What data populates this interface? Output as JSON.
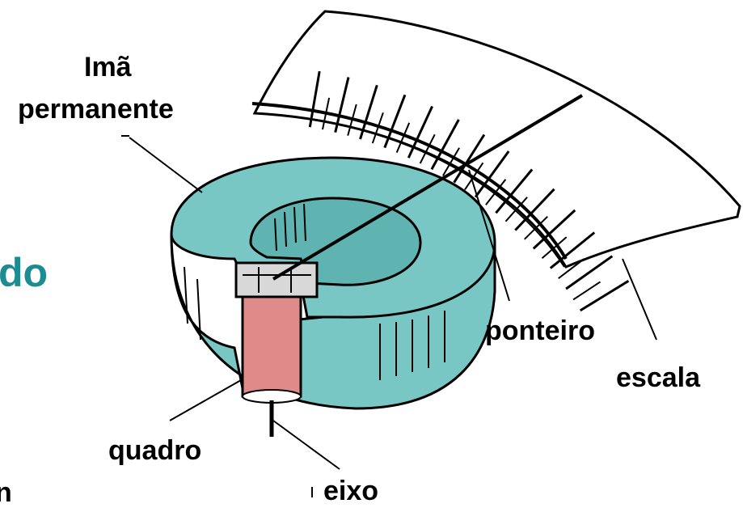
{
  "labels": {
    "ima_line1": "Imã",
    "ima_line2": "permanente",
    "ponteiro": "ponteiro",
    "escala": "escala",
    "quadro": "quadro",
    "eixo": "eixo"
  },
  "fragments": {
    "left_title_fragment": "do",
    "left_bottom_fragment": "n"
  },
  "colors": {
    "magnet_fill": "#78c7c4",
    "coil_fill": "#e08a8a",
    "scale_fill": "#ffffff",
    "title_fragment": "#1a8c92",
    "line": "#000000"
  }
}
